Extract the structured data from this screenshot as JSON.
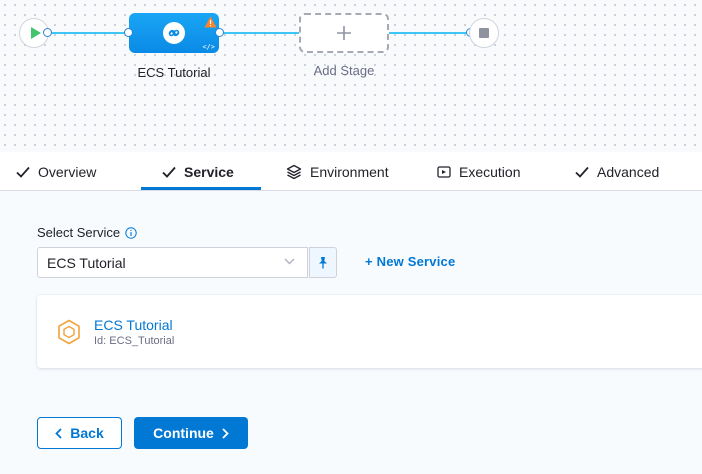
{
  "pipeline": {
    "stage_name": "ECS Tutorial",
    "add_stage_label": "Add Stage"
  },
  "tabs": [
    {
      "label": "Overview",
      "icon": "check-icon"
    },
    {
      "label": "Service",
      "icon": "check-icon",
      "active": true
    },
    {
      "label": "Environment",
      "icon": "environment-icon"
    },
    {
      "label": "Execution",
      "icon": "execution-icon"
    },
    {
      "label": "Advanced",
      "icon": "check-icon"
    }
  ],
  "form": {
    "select_label": "Select Service",
    "selected_value": "ECS Tutorial",
    "new_service_label": "+ New Service"
  },
  "service_card": {
    "name": "ECS Tutorial",
    "id_text": "Id: ECS_Tutorial"
  },
  "footer": {
    "back_label": "Back",
    "continue_label": "Continue"
  },
  "colors": {
    "accent": "#0278d5",
    "pipeline_line": "#3dc7f6",
    "stage_fill": "#0a8ae6",
    "warning": "#ff832b",
    "start_green": "#42c56e"
  }
}
